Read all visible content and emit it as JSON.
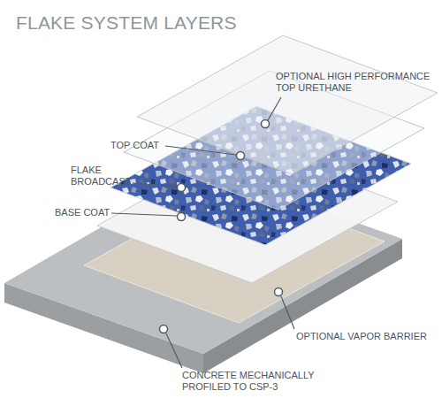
{
  "diagram": {
    "title": "FLAKE SYSTEM LAYERS",
    "labels": [
      "OPTIONAL HIGH PERFORMANCE TOP URETHANE",
      "TOP COAT",
      "FLAKE BROADCAST",
      "BASE COAT",
      "OPTIONAL VAPOR BARRIER",
      "CONCRETE MECHANICALLY PROFILED TO CSP-3"
    ]
  }
}
